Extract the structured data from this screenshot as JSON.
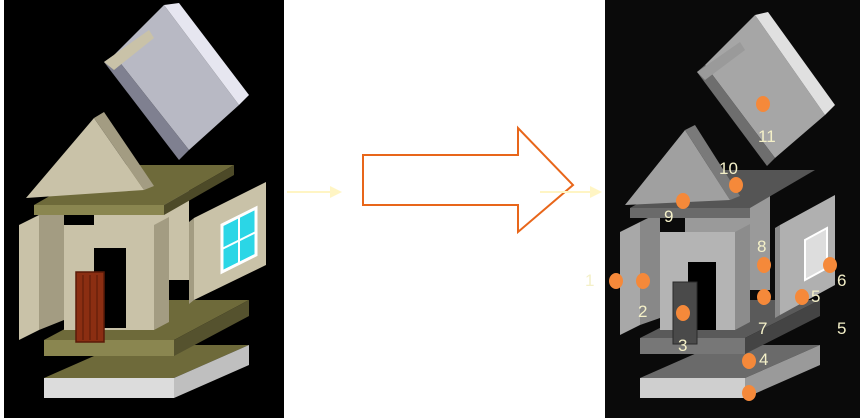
{
  "diagram": {
    "left_house": {
      "colors": {
        "wall": "#c9c2a8",
        "wall_shade": "#a39c82",
        "floor": "#6e6a3a",
        "floor_dark": "#4d4a28",
        "roof": "#b8b9c4",
        "roof_dark": "#7f8090",
        "door": "#8b2e12",
        "window": "#2bd6e6",
        "base": "#dcdcdc"
      }
    },
    "arrow": {
      "stroke": "#e8661a",
      "fill": "#ffffff",
      "guide_color": "#fff5c4"
    },
    "right_house": {
      "labels": [
        {
          "id": "1",
          "text": "1"
        },
        {
          "id": "2",
          "text": "2"
        },
        {
          "id": "3",
          "text": "3"
        },
        {
          "id": "4",
          "text": "4"
        },
        {
          "id": "5a",
          "text": "5"
        },
        {
          "id": "5b",
          "text": "5"
        },
        {
          "id": "6",
          "text": "6"
        },
        {
          "id": "7",
          "text": "7"
        },
        {
          "id": "8",
          "text": "8"
        },
        {
          "id": "9",
          "text": "9"
        },
        {
          "id": "10",
          "text": "10"
        },
        {
          "id": "11",
          "text": "11"
        }
      ],
      "marker_color": "#f5893a",
      "label_color": "#f4f0c8"
    }
  }
}
